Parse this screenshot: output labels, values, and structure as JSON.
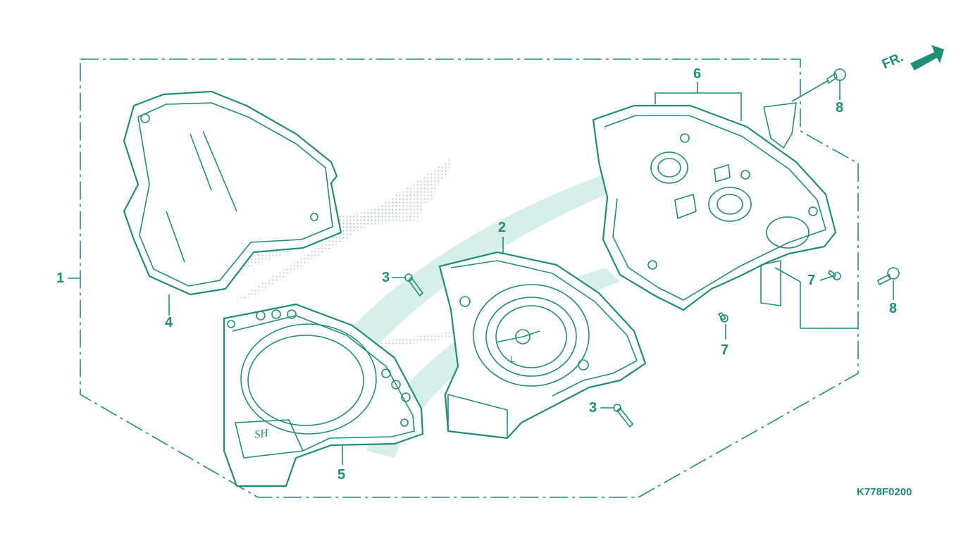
{
  "diagram": {
    "callouts": [
      {
        "id": "callout-1",
        "text": "1"
      },
      {
        "id": "callout-2",
        "text": "2"
      },
      {
        "id": "callout-3a",
        "text": "3"
      },
      {
        "id": "callout-3b",
        "text": "3"
      },
      {
        "id": "callout-4",
        "text": "4"
      },
      {
        "id": "callout-5",
        "text": "5"
      },
      {
        "id": "callout-6",
        "text": "6"
      },
      {
        "id": "callout-7a",
        "text": "7"
      },
      {
        "id": "callout-7b",
        "text": "7"
      },
      {
        "id": "callout-8a",
        "text": "8"
      },
      {
        "id": "callout-8b",
        "text": "8"
      }
    ],
    "direction_label": "FR.",
    "figure_code": "K778F0200",
    "colors": {
      "line": "#1f8e76",
      "watermark": "#d6efe8",
      "background": "#ffffff"
    }
  }
}
